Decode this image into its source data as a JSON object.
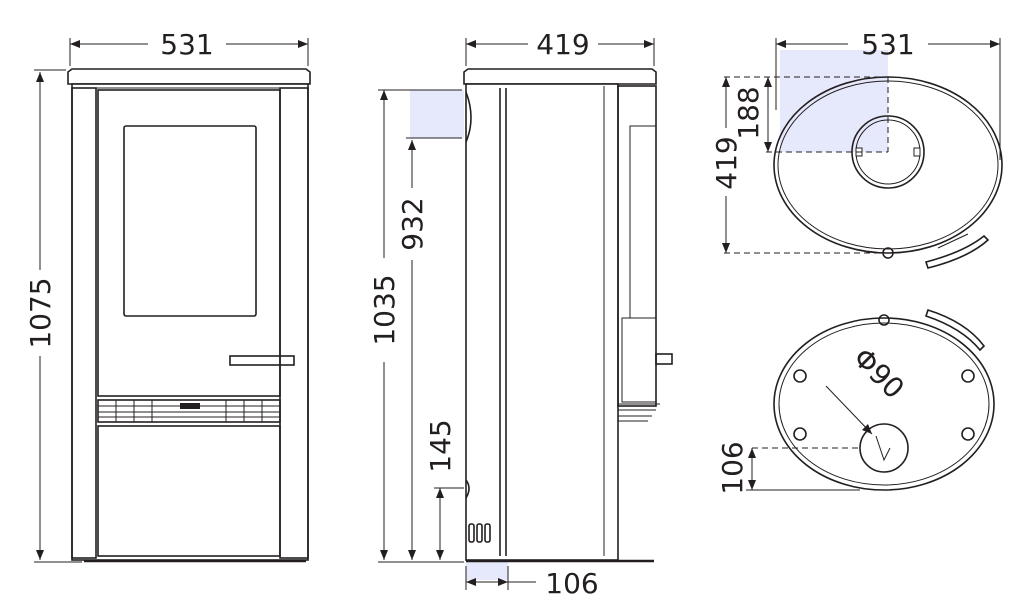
{
  "dimensions": {
    "front_width": "531",
    "front_height": "1075",
    "side_depth": "419",
    "side_height": "1035",
    "side_outlet_height": "932",
    "side_air_inlet_height": "145",
    "side_bottom_offset": "106",
    "top_width": "531",
    "top_depth": "419",
    "top_outlet_offset": "188",
    "bottom_diameter": "Φ90",
    "bottom_inlet_offset": "106"
  },
  "colors": {
    "line": "#231f20",
    "highlight": "#e6e8fb"
  }
}
